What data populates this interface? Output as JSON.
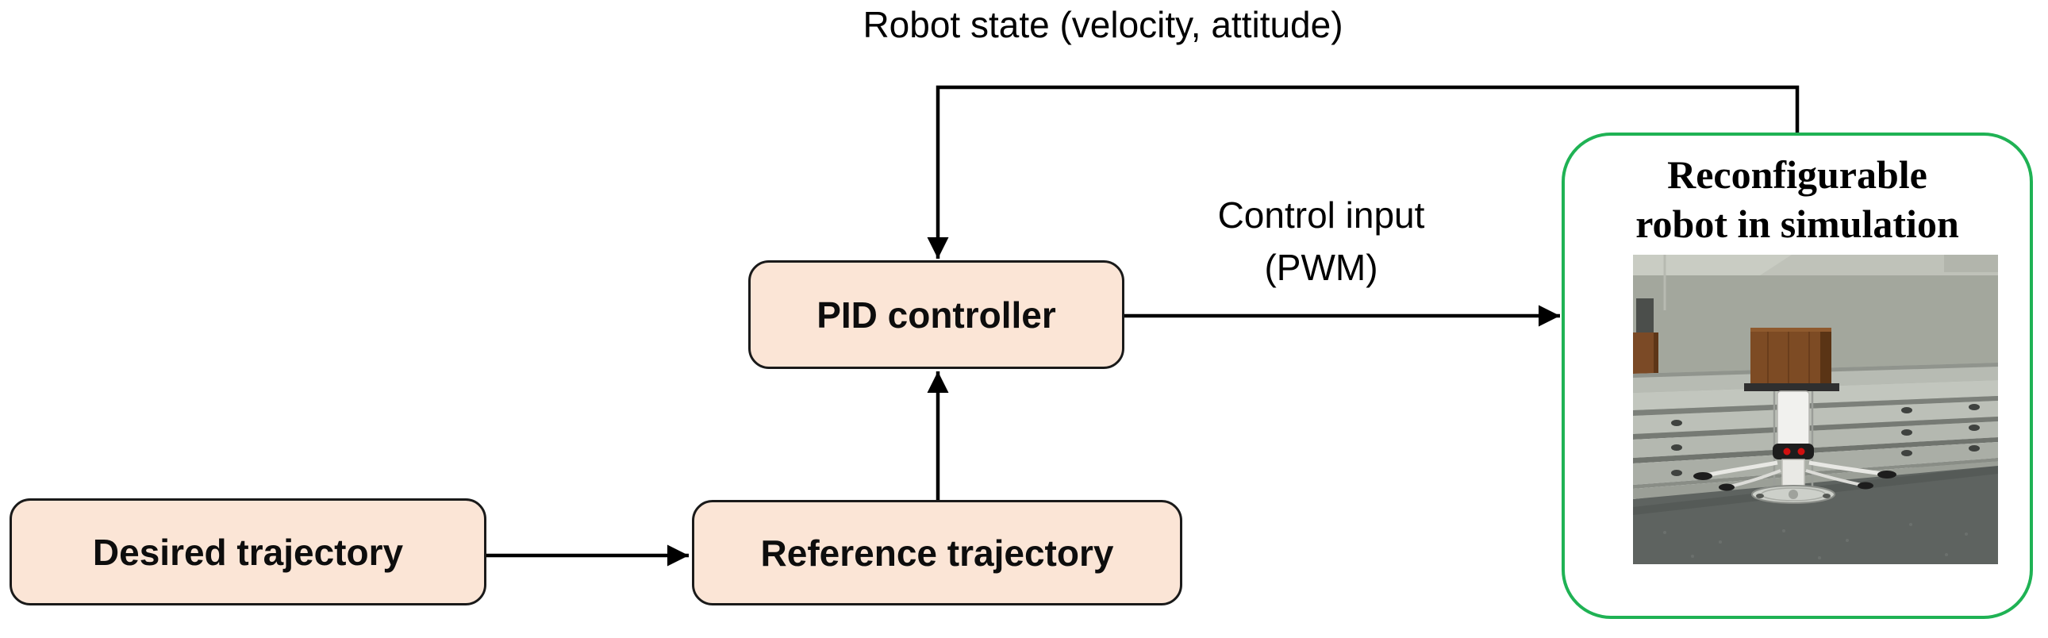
{
  "labels": {
    "robot_state": "Robot state (velocity, attitude)",
    "control_input_line1": "Control input",
    "control_input_line2": "(PWM)"
  },
  "boxes": {
    "pid": "PID controller",
    "desired": "Desired trajectory",
    "reference": "Reference trajectory"
  },
  "sim_panel": {
    "title_line1": "Reconfigurable",
    "title_line2": "robot in simulation",
    "image_alt": "Simulation render: white cylindrical reconfigurable robot with rotor arms docked beneath a wooden box on a metal test bench in a gray room"
  },
  "colors": {
    "background": "#FFFFFF",
    "box_fill": "#FBE5D6",
    "box_border": "#1A1A1A",
    "sim_panel_border": "#1FB254",
    "arrow": "#000000"
  }
}
